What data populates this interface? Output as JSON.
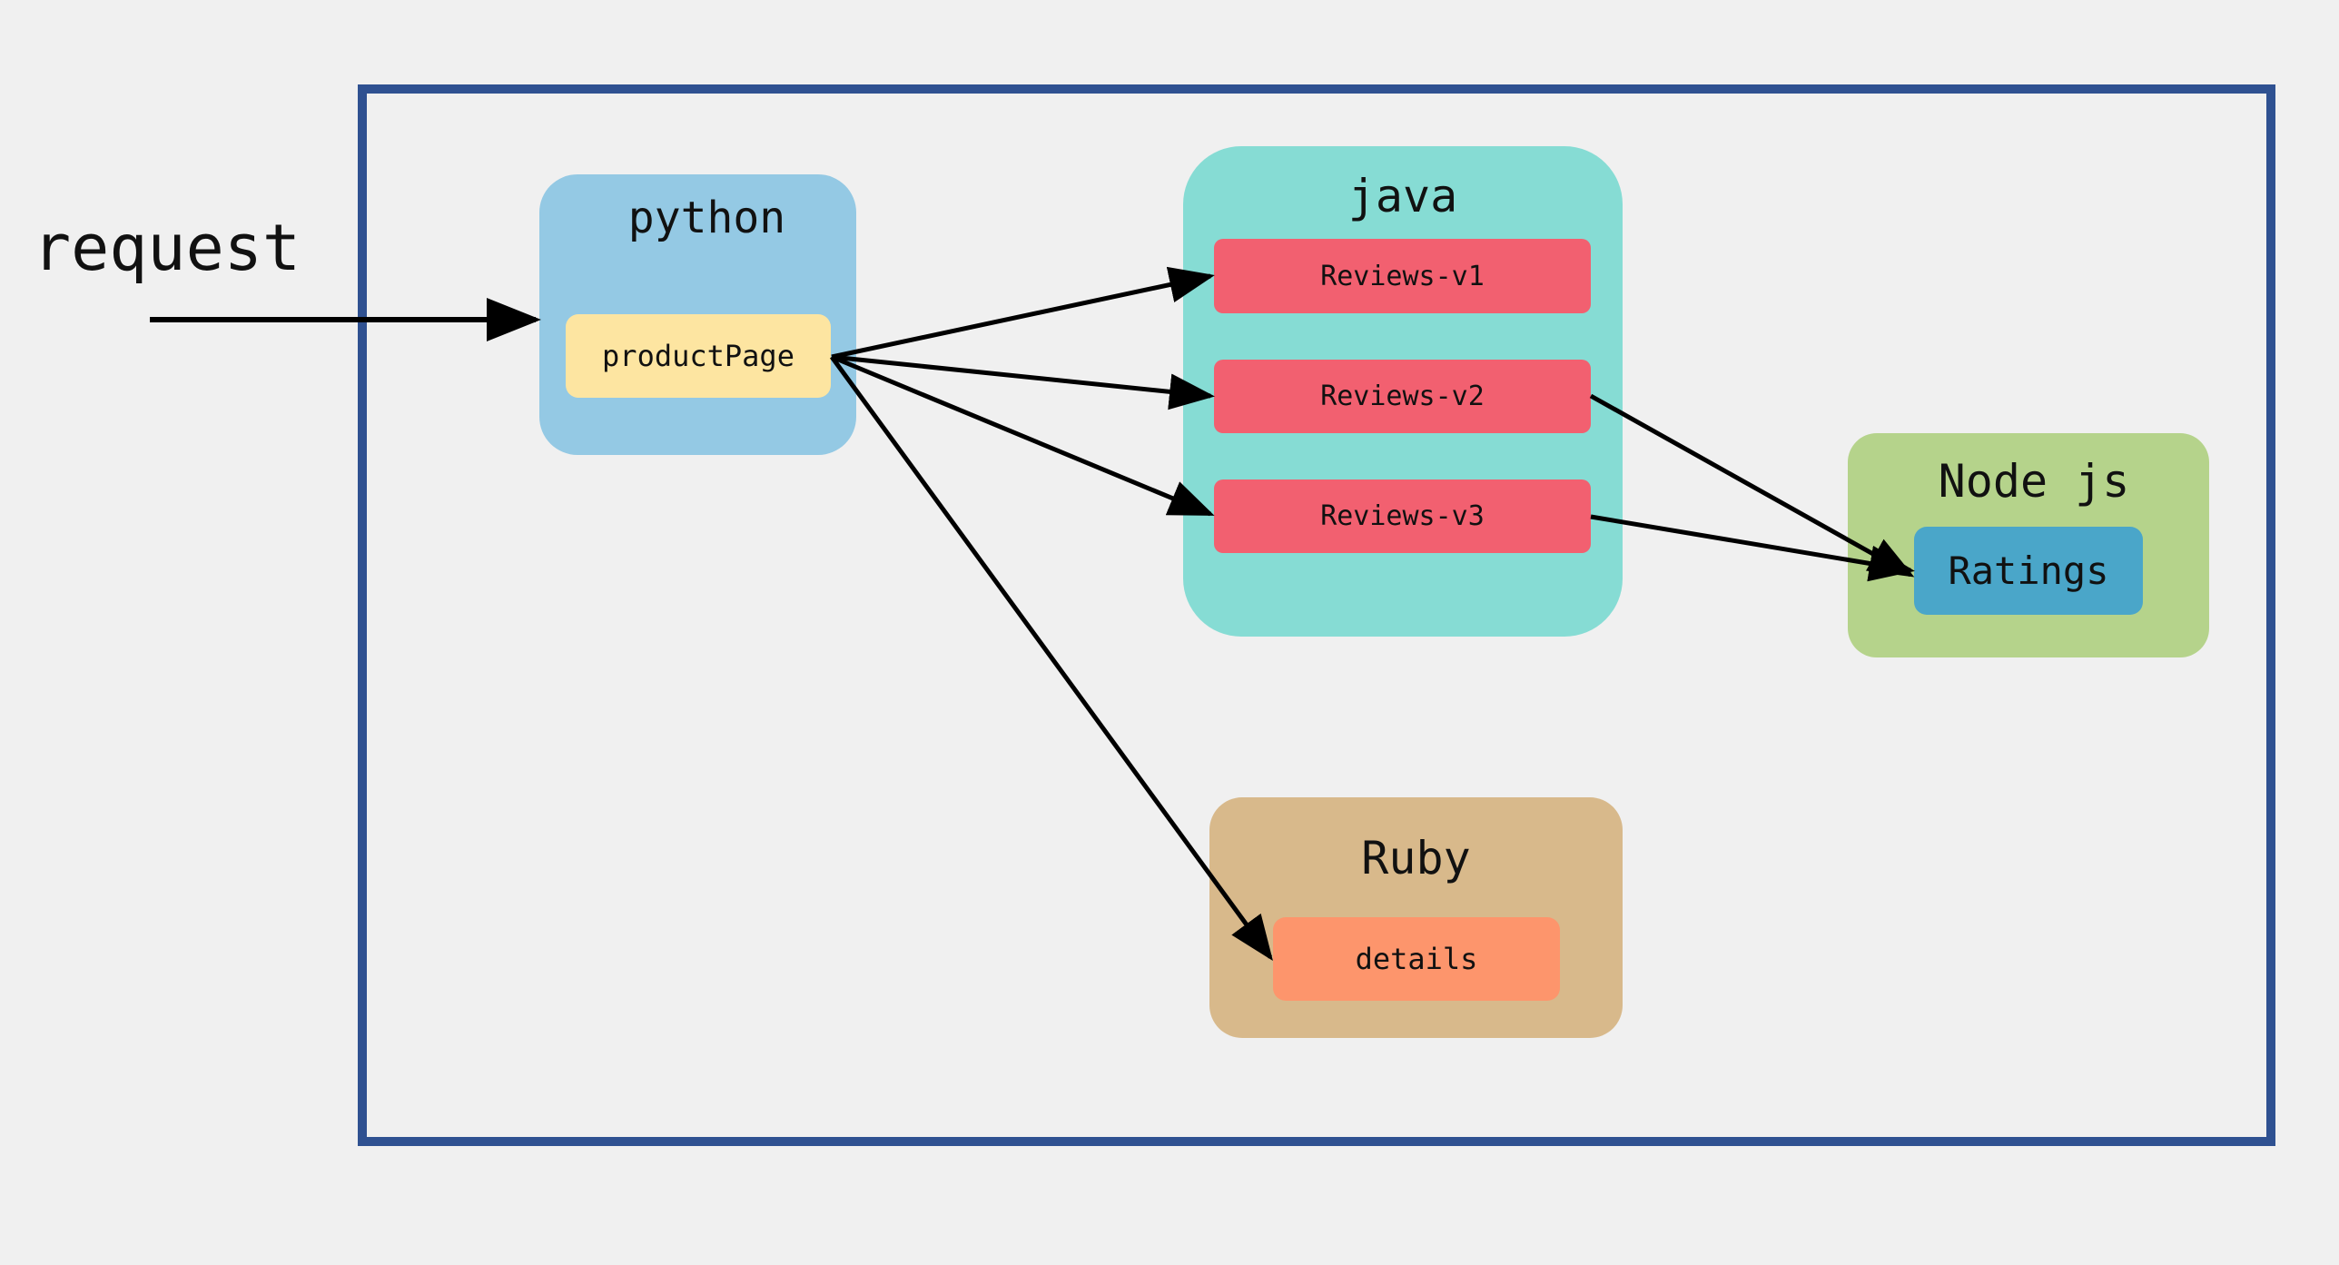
{
  "request_label": "request",
  "groups": {
    "python": {
      "title": "python",
      "color": "#94c9e4"
    },
    "java": {
      "title": "java",
      "color": "#86dcd4"
    },
    "node": {
      "title": "Node js",
      "color": "#b5d38b"
    },
    "ruby": {
      "title": "Ruby",
      "color": "#d8b98b"
    }
  },
  "services": {
    "product_page": {
      "label": "productPage",
      "color": "#fde5a1"
    },
    "reviews_v1": {
      "label": "Reviews-v1",
      "color": "#f26070"
    },
    "reviews_v2": {
      "label": "Reviews-v2",
      "color": "#f26070"
    },
    "reviews_v3": {
      "label": "Reviews-v3",
      "color": "#f26070"
    },
    "ratings": {
      "label": "Ratings",
      "color": "#4aa6c9"
    },
    "details": {
      "label": "details",
      "color": "#fd956c"
    }
  },
  "edges": [
    {
      "from": "request",
      "to": "productPage"
    },
    {
      "from": "productPage",
      "to": "Reviews-v1"
    },
    {
      "from": "productPage",
      "to": "Reviews-v2"
    },
    {
      "from": "productPage",
      "to": "Reviews-v3"
    },
    {
      "from": "productPage",
      "to": "details"
    },
    {
      "from": "Reviews-v2",
      "to": "Ratings"
    },
    {
      "from": "Reviews-v3",
      "to": "Ratings"
    }
  ],
  "colors": {
    "frame": "#2f5191",
    "background": "#f0f0f0",
    "edge": "#000000"
  }
}
